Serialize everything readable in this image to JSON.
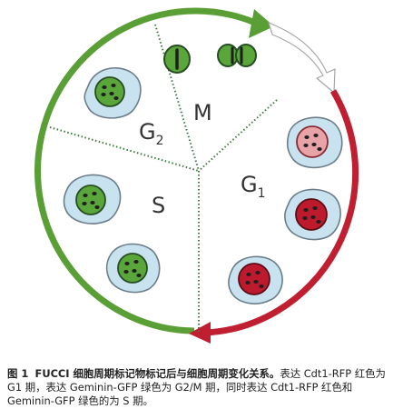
{
  "phases": {
    "g2_letter": "G",
    "g2_sub": "2",
    "m": "M",
    "s": "S",
    "g1_letter": "G",
    "g1_sub": "1"
  },
  "colors": {
    "green_arc": "#5a9f36",
    "red_arc": "#c01f31",
    "white_arrow_fill": "#ffffff",
    "white_arrow_stroke": "#a5a5a5",
    "divider": "#3f7a3d",
    "cell_body": "#c8e3ef",
    "cell_outline": "#6c7d8a",
    "nucleus_green": "#5aa63a",
    "nucleus_light_red": "#e7a3a8",
    "nucleus_red": "#bd1a2d"
  },
  "caption": {
    "label": "图 1",
    "title": "FUCCI 细胞周期标记物标记后与细胞周期变化关系。",
    "body": "表达 Cdt1-RFP 红色为 G1 期，表达 Geminin-GFP 绿色为 G2/M 期，同时表达 Cdt1-RFP 红色和 Geminin-GFP 绿色的为 S 期。"
  }
}
